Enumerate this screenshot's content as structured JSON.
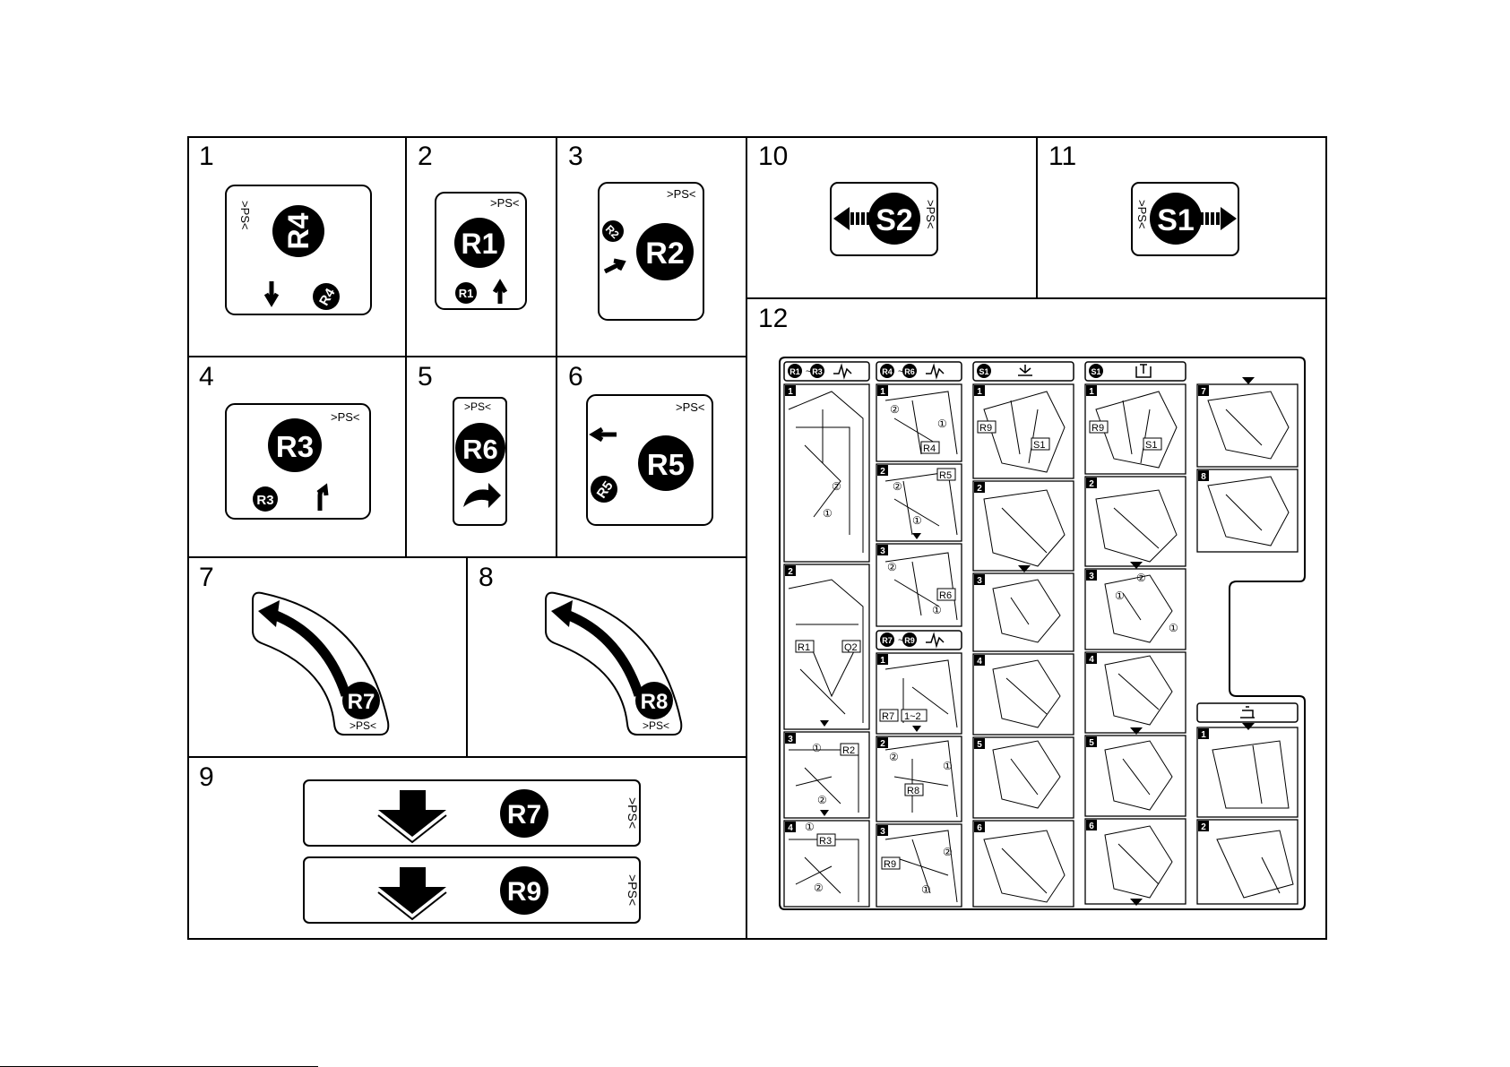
{
  "panels": [
    {
      "number": "1",
      "code": "R4",
      "ps": ">PS<"
    },
    {
      "number": "2",
      "code": "R1",
      "ps": ">PS<"
    },
    {
      "number": "3",
      "code": "R2",
      "secondary": "R2",
      "ps": ">PS<"
    },
    {
      "number": "4",
      "code": "R3",
      "ps": ">PS<"
    },
    {
      "number": "5",
      "code": "R6",
      "ps": ">PS<"
    },
    {
      "number": "6",
      "code": "R5",
      "ps": ">PS<"
    },
    {
      "number": "7",
      "code": "R7",
      "ps": ">PS<"
    },
    {
      "number": "8",
      "code": "R8",
      "ps": ">PS<"
    },
    {
      "number": "9",
      "codes": [
        "R7",
        "R9"
      ],
      "ps": ">PS<"
    },
    {
      "number": "10",
      "code": "S2",
      "ps": ">PS<"
    },
    {
      "number": "11",
      "code": "S1",
      "ps": ">PS<"
    },
    {
      "number": "12"
    }
  ],
  "panel12": {
    "headers": [
      {
        "from": "R1",
        "to": "R3",
        "sep": "~"
      },
      {
        "from": "R4",
        "to": "R6",
        "sep": "~"
      },
      {
        "code": "S1"
      },
      {
        "code": "S1"
      },
      {
        "from": "R7",
        "to": "R9",
        "sep": "~"
      }
    ],
    "col1_labels": [
      "R1",
      "Q2",
      "R2",
      "R3"
    ],
    "col2_labels": [
      "R4",
      "R5",
      "R6",
      "R7",
      "1~2",
      "R8",
      "R9"
    ],
    "col3_labels": [
      "R9",
      "S1"
    ],
    "col4_labels": [
      "R9",
      "S1"
    ],
    "steps": [
      "1",
      "2",
      "3",
      "4",
      "5",
      "6",
      "7",
      "8"
    ],
    "circled": [
      "①",
      "②"
    ]
  }
}
